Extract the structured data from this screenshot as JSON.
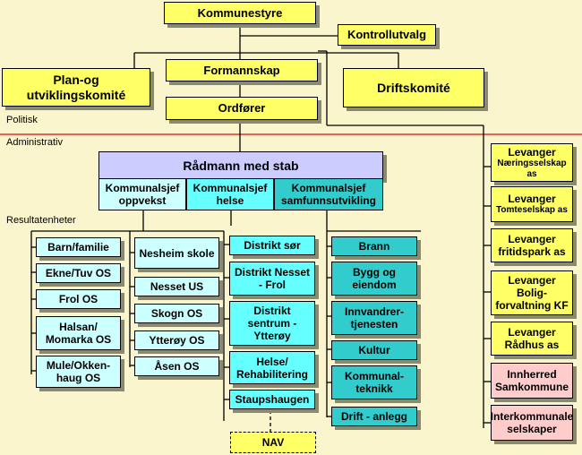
{
  "labels": {
    "politisk": "Politisk",
    "administrativ": "Administrativ",
    "resultatenheter": "Resultatenheter"
  },
  "political": {
    "kommunestyre": "Kommunestyre",
    "kontrollutvalg": "Kontrollutvalg",
    "formannskap": "Formannskap",
    "plan": "Plan-og utviklingskomité",
    "drift": "Driftskomité",
    "ordforer": "Ordfører"
  },
  "admin": {
    "radmann": "Rådmann med stab",
    "oppvekst": "Kommunalsjef oppvekst",
    "helse": "Kommunalsjef helse",
    "samfunn": "Kommunalsjef samfunnsutvikling"
  },
  "col1": [
    "Barn/familie",
    "Ekne/Tuv OS",
    "Frol OS",
    "Halsan/ Momarka OS",
    "Mule/Okken-haug OS"
  ],
  "col2": [
    "Nesheim skole",
    "Nesset US",
    "Skogn OS",
    "Ytterøy OS",
    "Åsen OS"
  ],
  "col3": [
    "Distrikt sør",
    "Distrikt Nesset - Frol",
    "Distrikt sentrum - Ytterøy",
    "Helse/ Rehabilitering",
    "Staupshaugen"
  ],
  "col4": [
    "Brann",
    "Bygg og eiendom",
    "Innvandrer-tjenesten",
    "Kultur",
    "Kommunal-teknikk",
    "Drift - anlegg"
  ],
  "companies": [
    {
      "line1": "Levanger",
      "line2": "Næringsselskap as"
    },
    {
      "line1": "Levanger",
      "line2": "Tomteselskap as"
    },
    {
      "line1": "Levanger",
      "line2": "fritidspark as"
    },
    {
      "line1": "Levanger",
      "line2": "Bolig-forvaltning KF"
    },
    {
      "line1": "Levanger",
      "line2": "Rådhus as"
    },
    {
      "line1": "Innherred",
      "line2": "Samkommune"
    },
    {
      "line1": "Interkommunale",
      "line2": "selskaper"
    }
  ],
  "nav": "NAV",
  "colors": {
    "background": "#FBF5CE",
    "yellow": "#FFFF66",
    "lightcyan": "#CCFFFF",
    "cyan": "#66FFFF",
    "teal": "#33CCCC",
    "lavender": "#CCCCFF",
    "pink": "#FFCCCC",
    "separator": "#E03030"
  }
}
